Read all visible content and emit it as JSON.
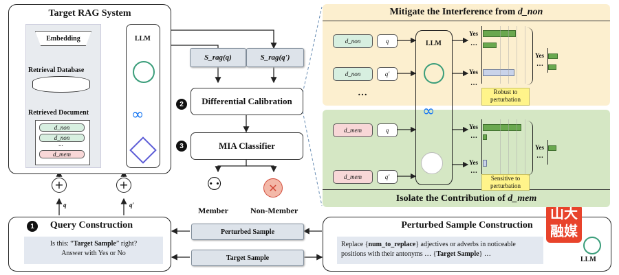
{
  "target_rag": {
    "title": "Target RAG System",
    "embedding": "Embedding",
    "retrieval_db": "Retrieval Database",
    "retrieved_doc": "Retrieved Document",
    "doc_items": [
      "d_non",
      "d_non",
      "...",
      "d_mem"
    ],
    "llm": "LLM"
  },
  "scores": {
    "s1": "S_rag(q)",
    "s2": "S_rag(q')"
  },
  "steps": {
    "calibration_num": "2",
    "calibration": "Differential Calibration",
    "classifier_num": "3",
    "classifier": "MIA Classifier",
    "member": "Member",
    "non_member": "Non-Member"
  },
  "inputs": {
    "q": "q",
    "q_prime": "q′"
  },
  "query": {
    "num": "1",
    "title": "Query Construction",
    "text_prefix": "Is this: “",
    "text_bold": "Target Sample",
    "text_suffix": "” right?",
    "text_line2": "Answer with Yes or No"
  },
  "buttons": {
    "perturbed": "Perturbed Sample",
    "target": "Target Sample"
  },
  "perturbed_construction": {
    "title": "Perturbed Sample Construction",
    "line1_a": "Replace {",
    "line1_b": "num_to_replace",
    "line1_c": "} adjectives or adverbs in noticeable",
    "line2_a": "positions with their antonyms … {",
    "line2_b": "Target Sample",
    "line2_c": "} …",
    "llm": "LLM"
  },
  "top_panel": {
    "title": "Mitigate the Interference from ",
    "title_sub": "d_non",
    "rows": [
      {
        "d": "d_non",
        "q": "q"
      },
      {
        "d": "d_non",
        "q": "q′"
      }
    ],
    "ellipsis": "…",
    "llm": "LLM",
    "note": "Robust to perturbation"
  },
  "bottom_panel": {
    "title": "Isolate the Contribution of ",
    "title_sub": "d_mem",
    "rows": [
      {
        "d": "d_mem",
        "q": "q"
      },
      {
        "d": "d_mem",
        "q": "q′"
      }
    ],
    "note": "Sensitive to perturbation"
  },
  "yes": "Yes",
  "dots": "…",
  "watermark": [
    "山",
    "大",
    "融",
    "媒"
  ],
  "colors": {
    "top_bg": "#fcefcf",
    "bottom_bg": "#d5e7c4",
    "green_bar": "#6aa84f",
    "blue_bar": "#c9d3ea",
    "d_non_fill": "#d7efe0",
    "d_mem_fill": "#f8d7d7",
    "watermark_red": "#e8432b"
  }
}
